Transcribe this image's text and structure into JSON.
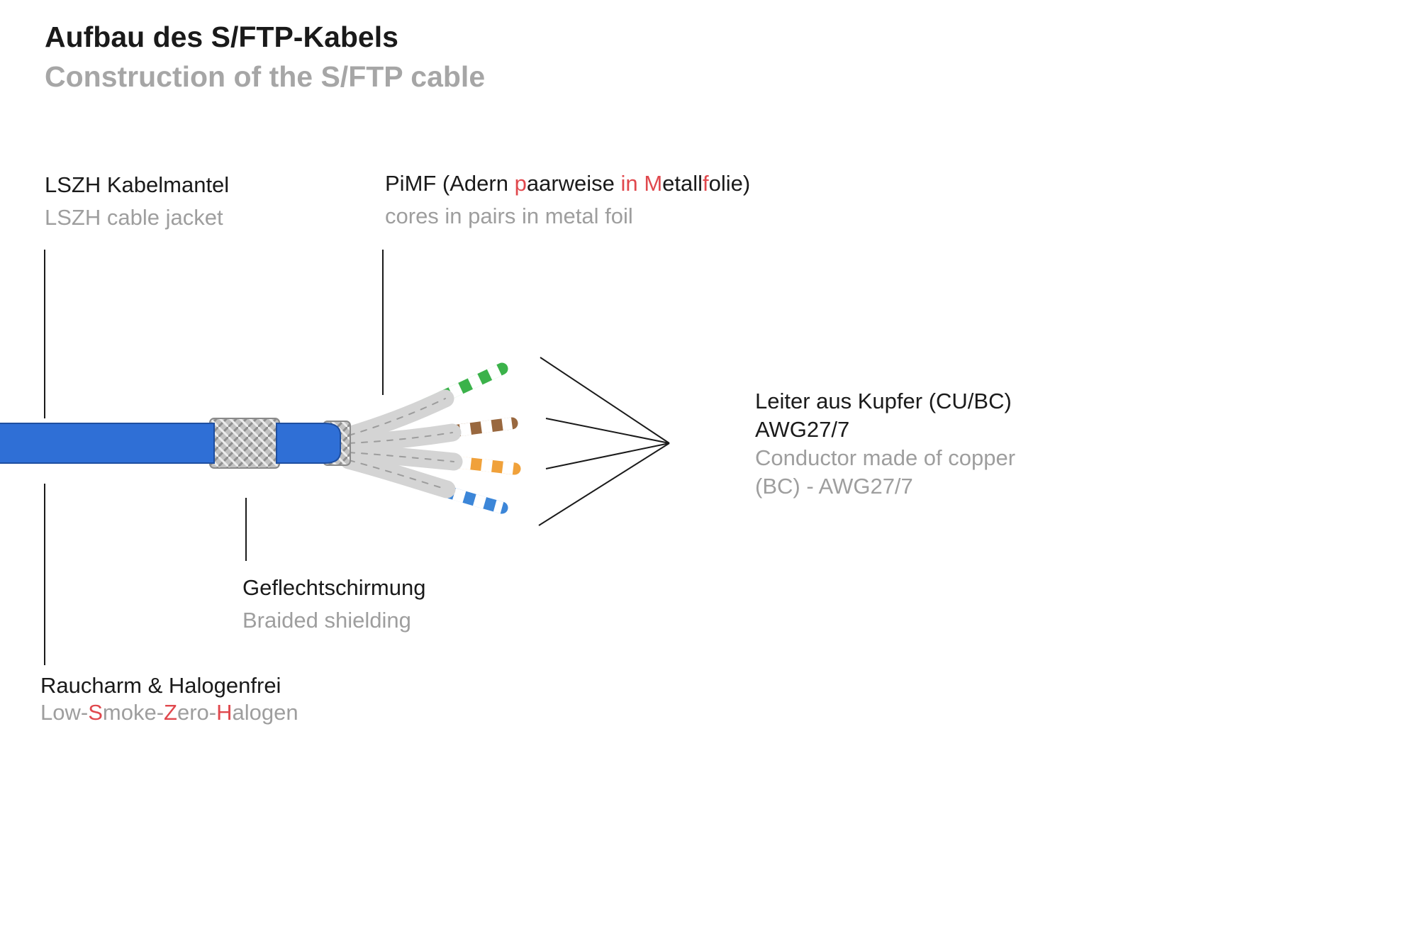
{
  "title": {
    "de": "Aufbau des S/FTP-Kabels",
    "en": "Construction of the S/FTP cable"
  },
  "labels": {
    "jacket": {
      "de": "LSZH Kabelmantel",
      "en": "LSZH cable jacket"
    },
    "pimf": {
      "de_segments": [
        {
          "t": "PiMF (Adern ",
          "c": "black"
        },
        {
          "t": "p",
          "c": "red"
        },
        {
          "t": "aarweise ",
          "c": "black"
        },
        {
          "t": "in",
          "c": "red"
        },
        {
          "t": " ",
          "c": "black"
        },
        {
          "t": "M",
          "c": "red"
        },
        {
          "t": "etall",
          "c": "black"
        },
        {
          "t": "f",
          "c": "red"
        },
        {
          "t": "olie)",
          "c": "black"
        }
      ],
      "en": "cores in pairs in metal foil"
    },
    "conductor": {
      "de_line1": "Leiter aus Kupfer (CU/BC)",
      "de_line2": "AWG27/7",
      "en_line1": "Conductor made of copper",
      "en_line2": "(BC) - AWG27/7"
    },
    "braid": {
      "de": "Geflechtschirmung",
      "en": "Braided shielding"
    },
    "lszh": {
      "de": "Raucharm & Halogenfrei",
      "en_segments": [
        {
          "t": "Low-",
          "c": "gray"
        },
        {
          "t": "S",
          "c": "red"
        },
        {
          "t": "moke-",
          "c": "gray"
        },
        {
          "t": "Z",
          "c": "red"
        },
        {
          "t": "ero-",
          "c": "gray"
        },
        {
          "t": "H",
          "c": "red"
        },
        {
          "t": "alogen",
          "c": "gray"
        }
      ]
    }
  },
  "colors": {
    "text_black": "#1a1a1a",
    "text_gray": "#9e9e9e",
    "subtitle_gray": "#a6a6a6",
    "accent_red": "#e0484d",
    "line_black": "#1a1a1a",
    "cable_blue": "#2f6fd6",
    "cable_blue_dark": "#1f4fa0",
    "braid_silver": "#c2c2c2",
    "braid_dark": "#8f8f8f",
    "foil_silver": "#d4d4d4",
    "pair_green": "#3bb24a",
    "pair_brown": "#99683f",
    "pair_orange": "#f0a13a",
    "pair_blue": "#3c86d8"
  }
}
